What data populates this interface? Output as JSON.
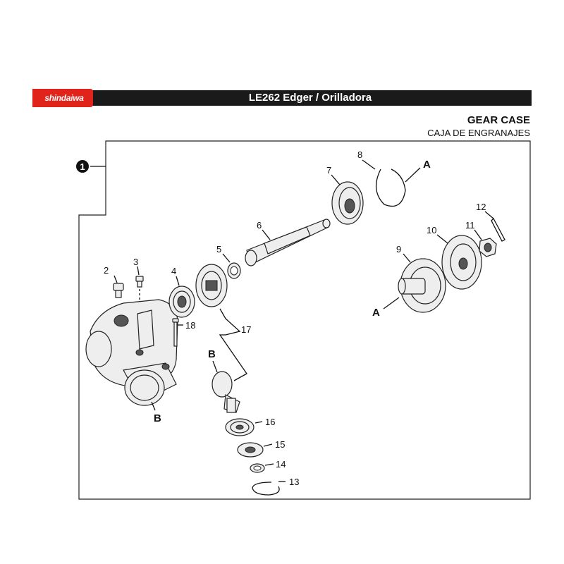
{
  "header": {
    "brand": "shindaiwa",
    "title": "LE262 Edger / Orilladora"
  },
  "section": {
    "title": "GEAR CASE",
    "subtitle": "CAJA DE ENGRANAJES"
  },
  "callouts": {
    "assembly": "1",
    "p2": "2",
    "p3": "3",
    "p4": "4",
    "p5": "5",
    "p6": "6",
    "p7": "7",
    "p8": "8",
    "p9": "9",
    "p10": "10",
    "p11": "11",
    "p12": "12",
    "p13": "13",
    "p14": "14",
    "p15": "15",
    "p16": "16",
    "p17": "17",
    "p18": "18"
  },
  "refs": {
    "a_top": "A",
    "a_left": "A",
    "b_upper": "B",
    "b_lower": "B"
  },
  "colors": {
    "brand_red": "#e0231b",
    "header_bar": "#1a1a1a"
  }
}
